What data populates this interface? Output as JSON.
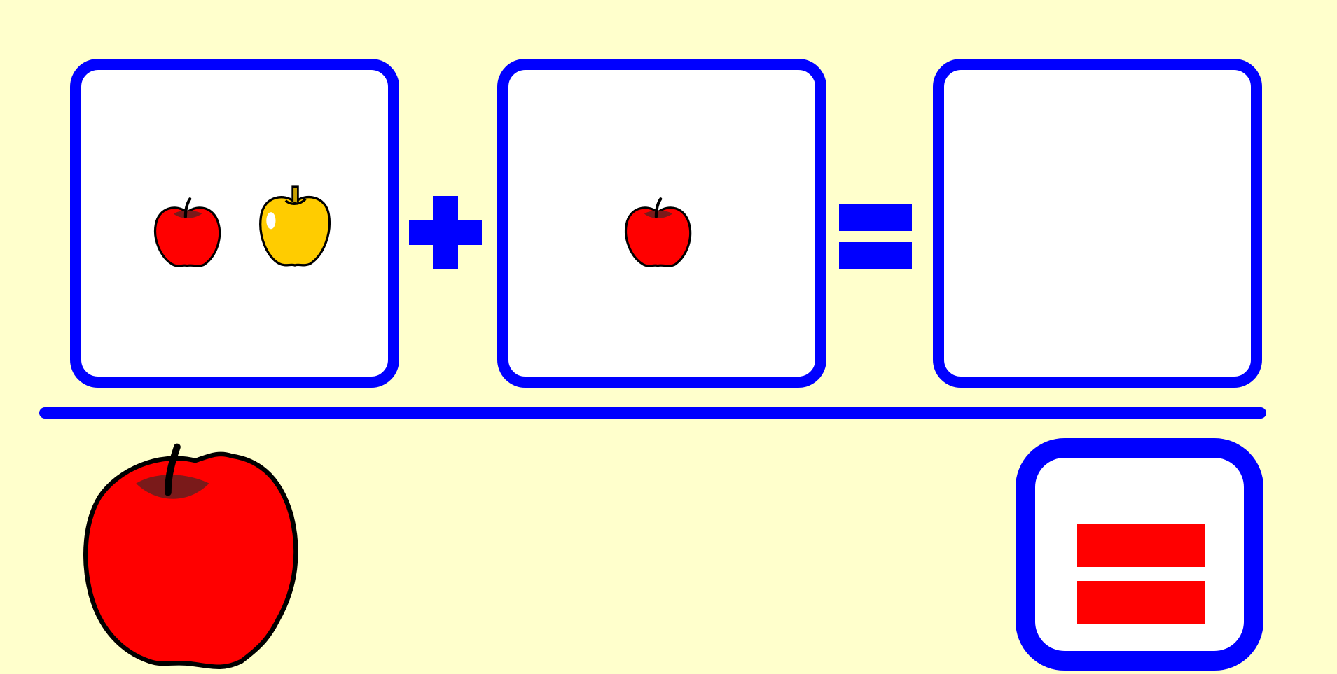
{
  "colors": {
    "background": "#FFFFCC",
    "box_border": "#0000FF",
    "box_fill": "#FFFFFF",
    "operator": "#0000FF",
    "button_symbol": "#FF0000",
    "apple_red": "#FF0000",
    "apple_yellow": "#FFCC00"
  },
  "equation": {
    "left_operand": {
      "count": 2,
      "items": [
        {
          "kind": "red-apple",
          "icon": "red-apple-icon"
        },
        {
          "kind": "yellow-apple",
          "icon": "yellow-apple-icon"
        }
      ]
    },
    "operator": {
      "icon": "plus-icon"
    },
    "right_operand": {
      "count": 1,
      "items": [
        {
          "kind": "red-apple",
          "icon": "red-apple-icon"
        }
      ]
    },
    "equals": {
      "icon": "equals-icon"
    },
    "answer": {
      "count": 0,
      "items": []
    }
  },
  "tray": {
    "items": [
      {
        "kind": "red-apple",
        "icon": "red-apple-icon",
        "draggable": true
      }
    ]
  },
  "check_button": {
    "icon": "equals-icon"
  }
}
